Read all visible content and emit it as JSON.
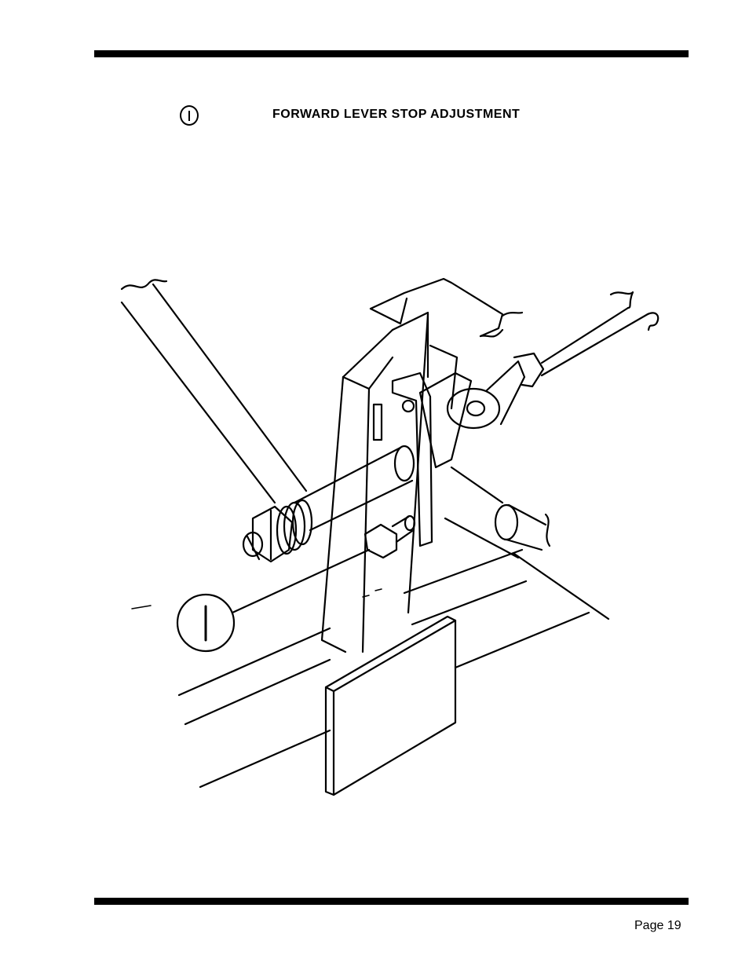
{
  "header": {
    "callout_label": "I",
    "title": "FORWARD LEVER STOP ADJUSTMENT"
  },
  "figure": {
    "callout_label": "I",
    "icon": "mechanical-linkage-diagram"
  },
  "footer": {
    "page_label": "Page 19"
  }
}
